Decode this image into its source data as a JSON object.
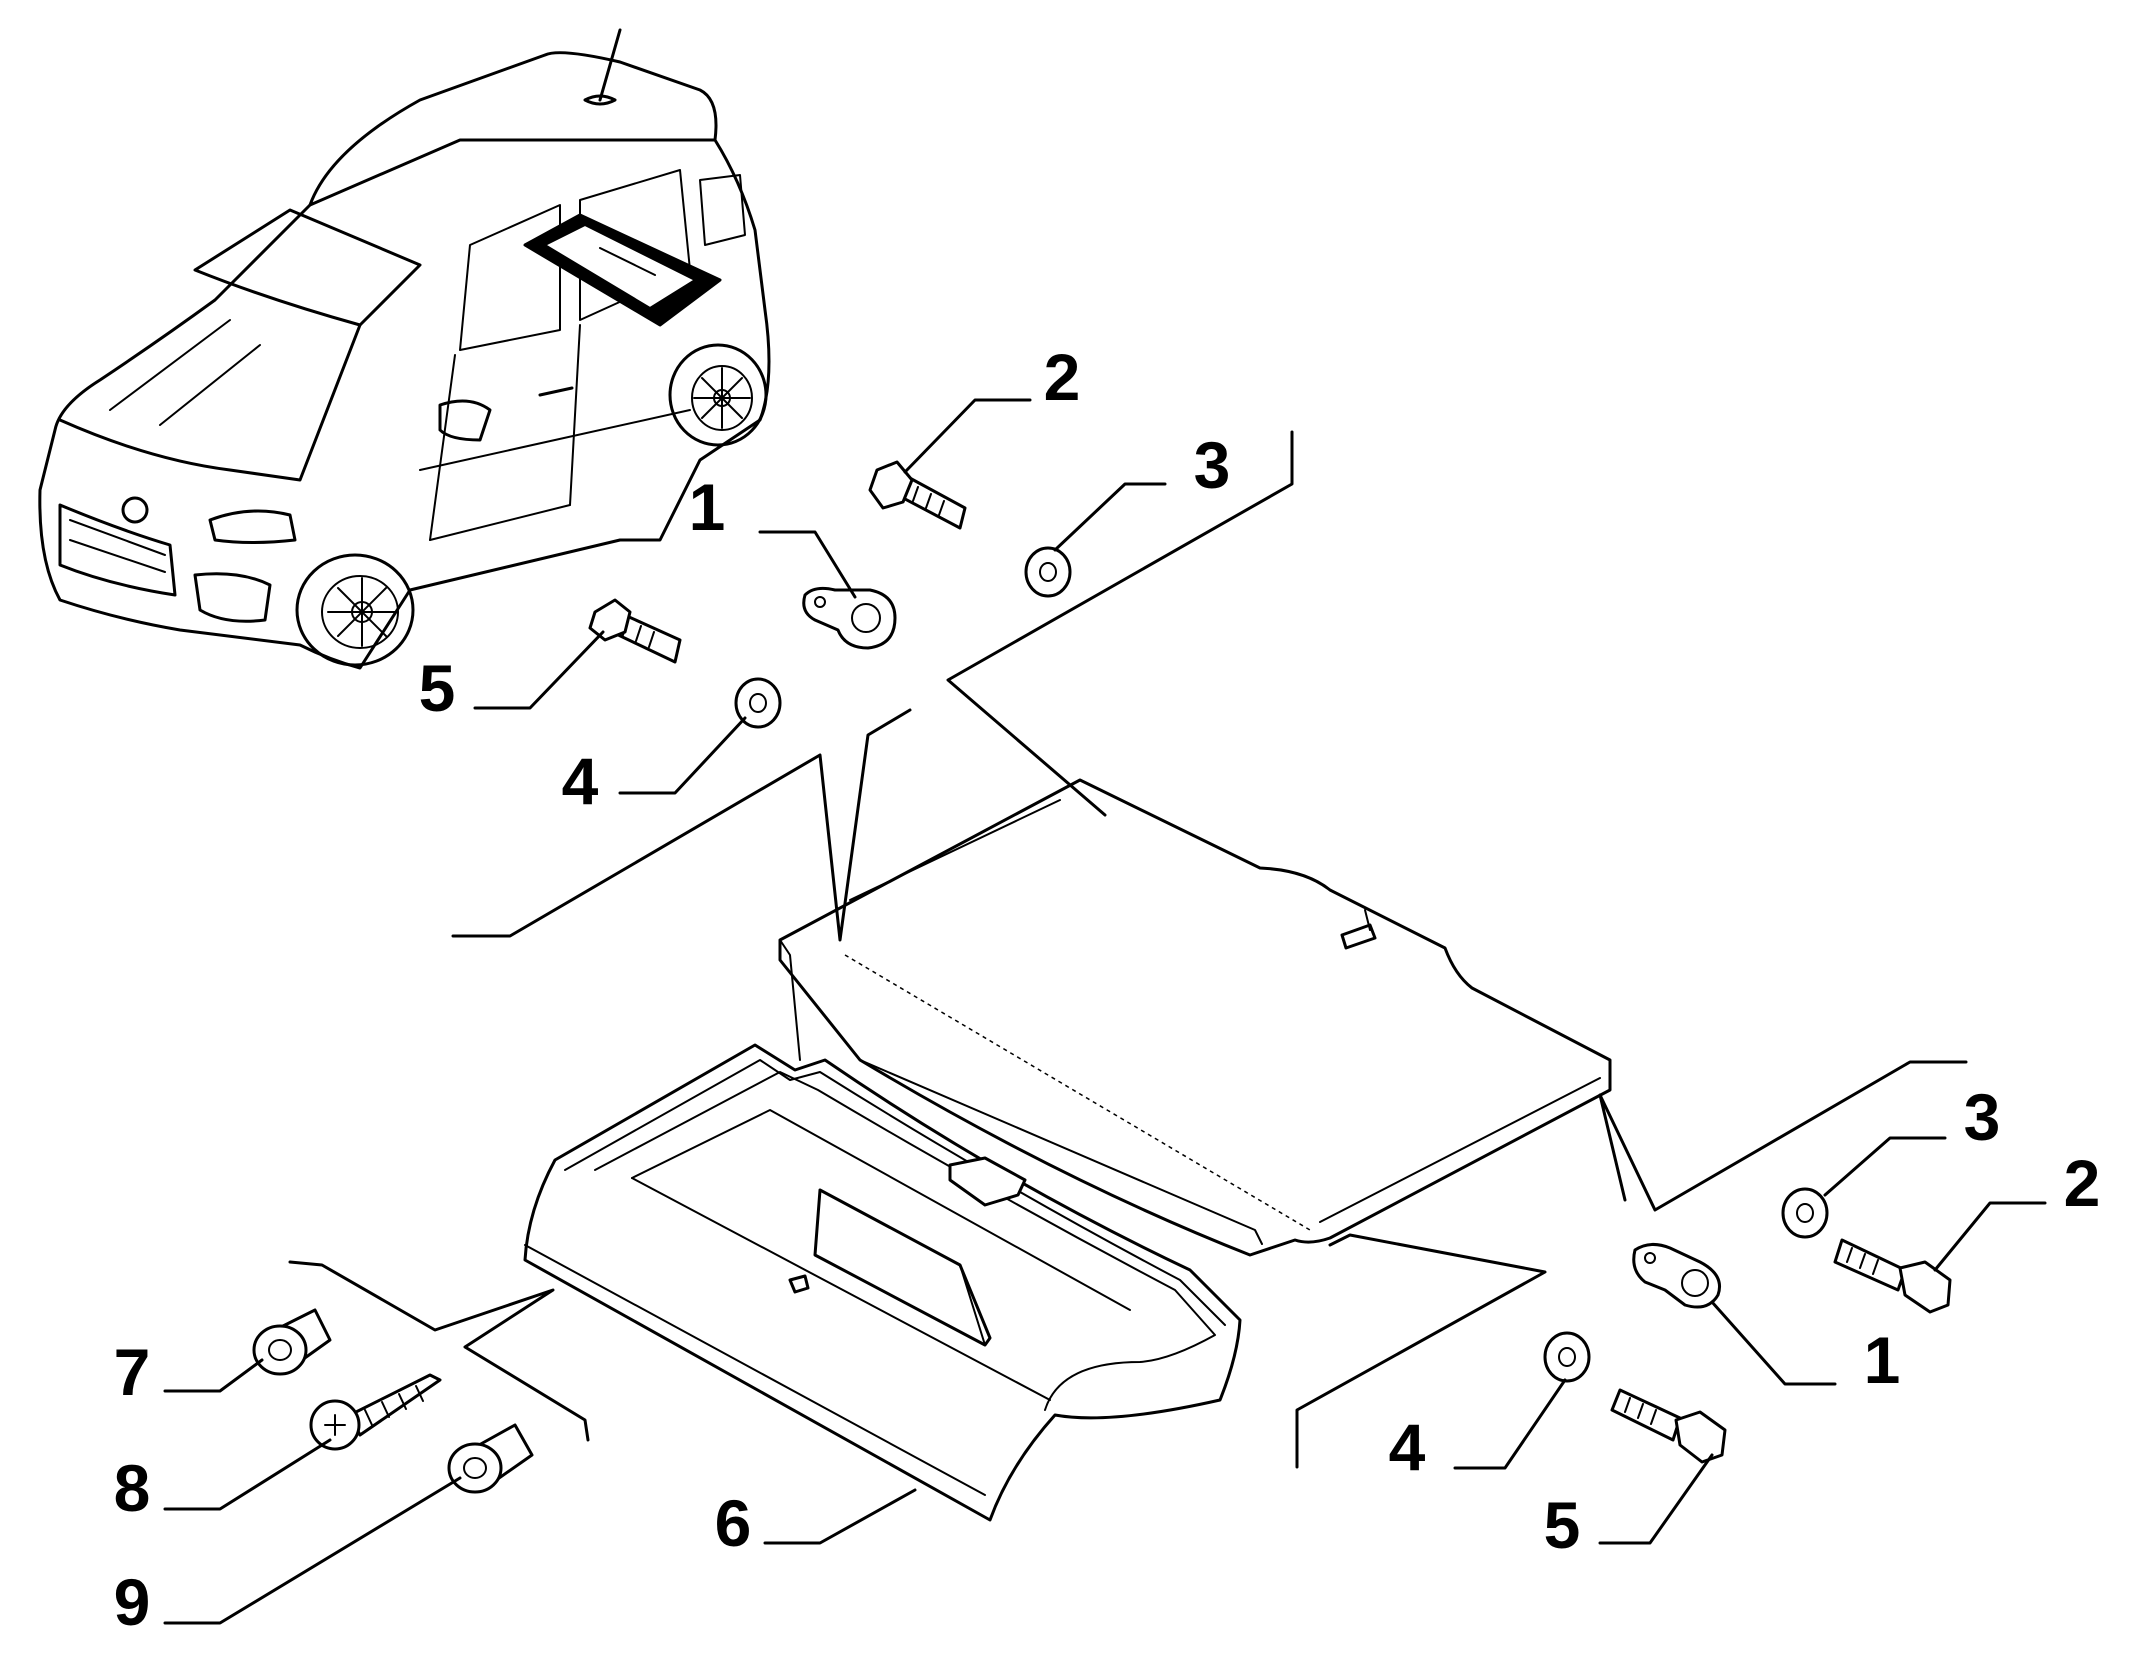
{
  "callouts": {
    "c1a": "1",
    "c2a": "2",
    "c3a": "3",
    "c4a": "4",
    "c5a": "5",
    "c1b": "1",
    "c2b": "2",
    "c3b": "3",
    "c4b": "4",
    "c5b": "5",
    "c6": "6",
    "c7": "7",
    "c8": "8",
    "c9": "9"
  }
}
